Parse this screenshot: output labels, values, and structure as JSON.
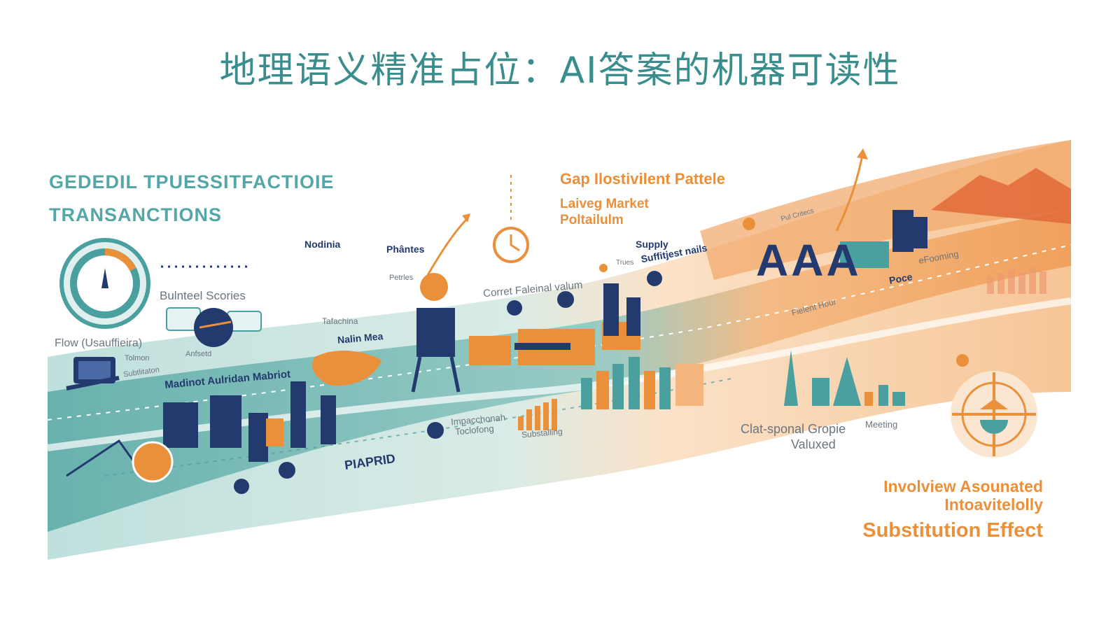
{
  "page": {
    "title": "地理语义精准占位：AI答案的机器可读性"
  },
  "labels": {
    "left_heading_1": "GEDEDIL TPUESSITFACTIOIE",
    "left_heading_2": "TRANSANCTIONS",
    "bulnteel_scores": "Bulnteel Scories",
    "flow": "Flow (Usauffieira)",
    "tolmon": "Tolmon",
    "subtlitation": "Subtlitaton",
    "anfsetd": "Anfsetd",
    "madinot": "Madinot Aulridan Mabriot",
    "nodinia": "Nodinia",
    "phantes": "Phântes",
    "petrles": "Petrles",
    "tafachina": "Tafachina",
    "nalin_mea": "Nalin Mea",
    "correct_value": "Corret Faleinal valum",
    "supply": "Supply",
    "suffitjest": "Suffitjest nails",
    "nfs_trues": "Trues",
    "gap_title": "Gap Ilostivilent Pattele",
    "gap_line_1": "Laiveg Market",
    "gap_line_2": "Poltailulm",
    "rl_critecs": "Pul Critecs",
    "efooming": "eFooming",
    "poce": "Poce",
    "fielent_hour": "Fielent Hour",
    "aaa": "AAA",
    "impechonah": "Impacchonah",
    "toclofong": "Toclofong",
    "substalling": "Substalling",
    "piaprid": "PIAPRID",
    "clat_line_1": "Clat-sponal Gropie",
    "clat_line_2": "Valuxed",
    "meeting": "Meeting",
    "involview_1": "Involview Asounated",
    "involview_2": "Intoavitelolly",
    "substitution": "Substitution Effect"
  },
  "colors": {
    "teal": "#4a9f9f",
    "teal_light": "#bfe0dd",
    "navy": "#233a6e",
    "orange": "#ea8f3a",
    "orange_light": "#f8d6b2",
    "title": "#3a8d8d"
  }
}
